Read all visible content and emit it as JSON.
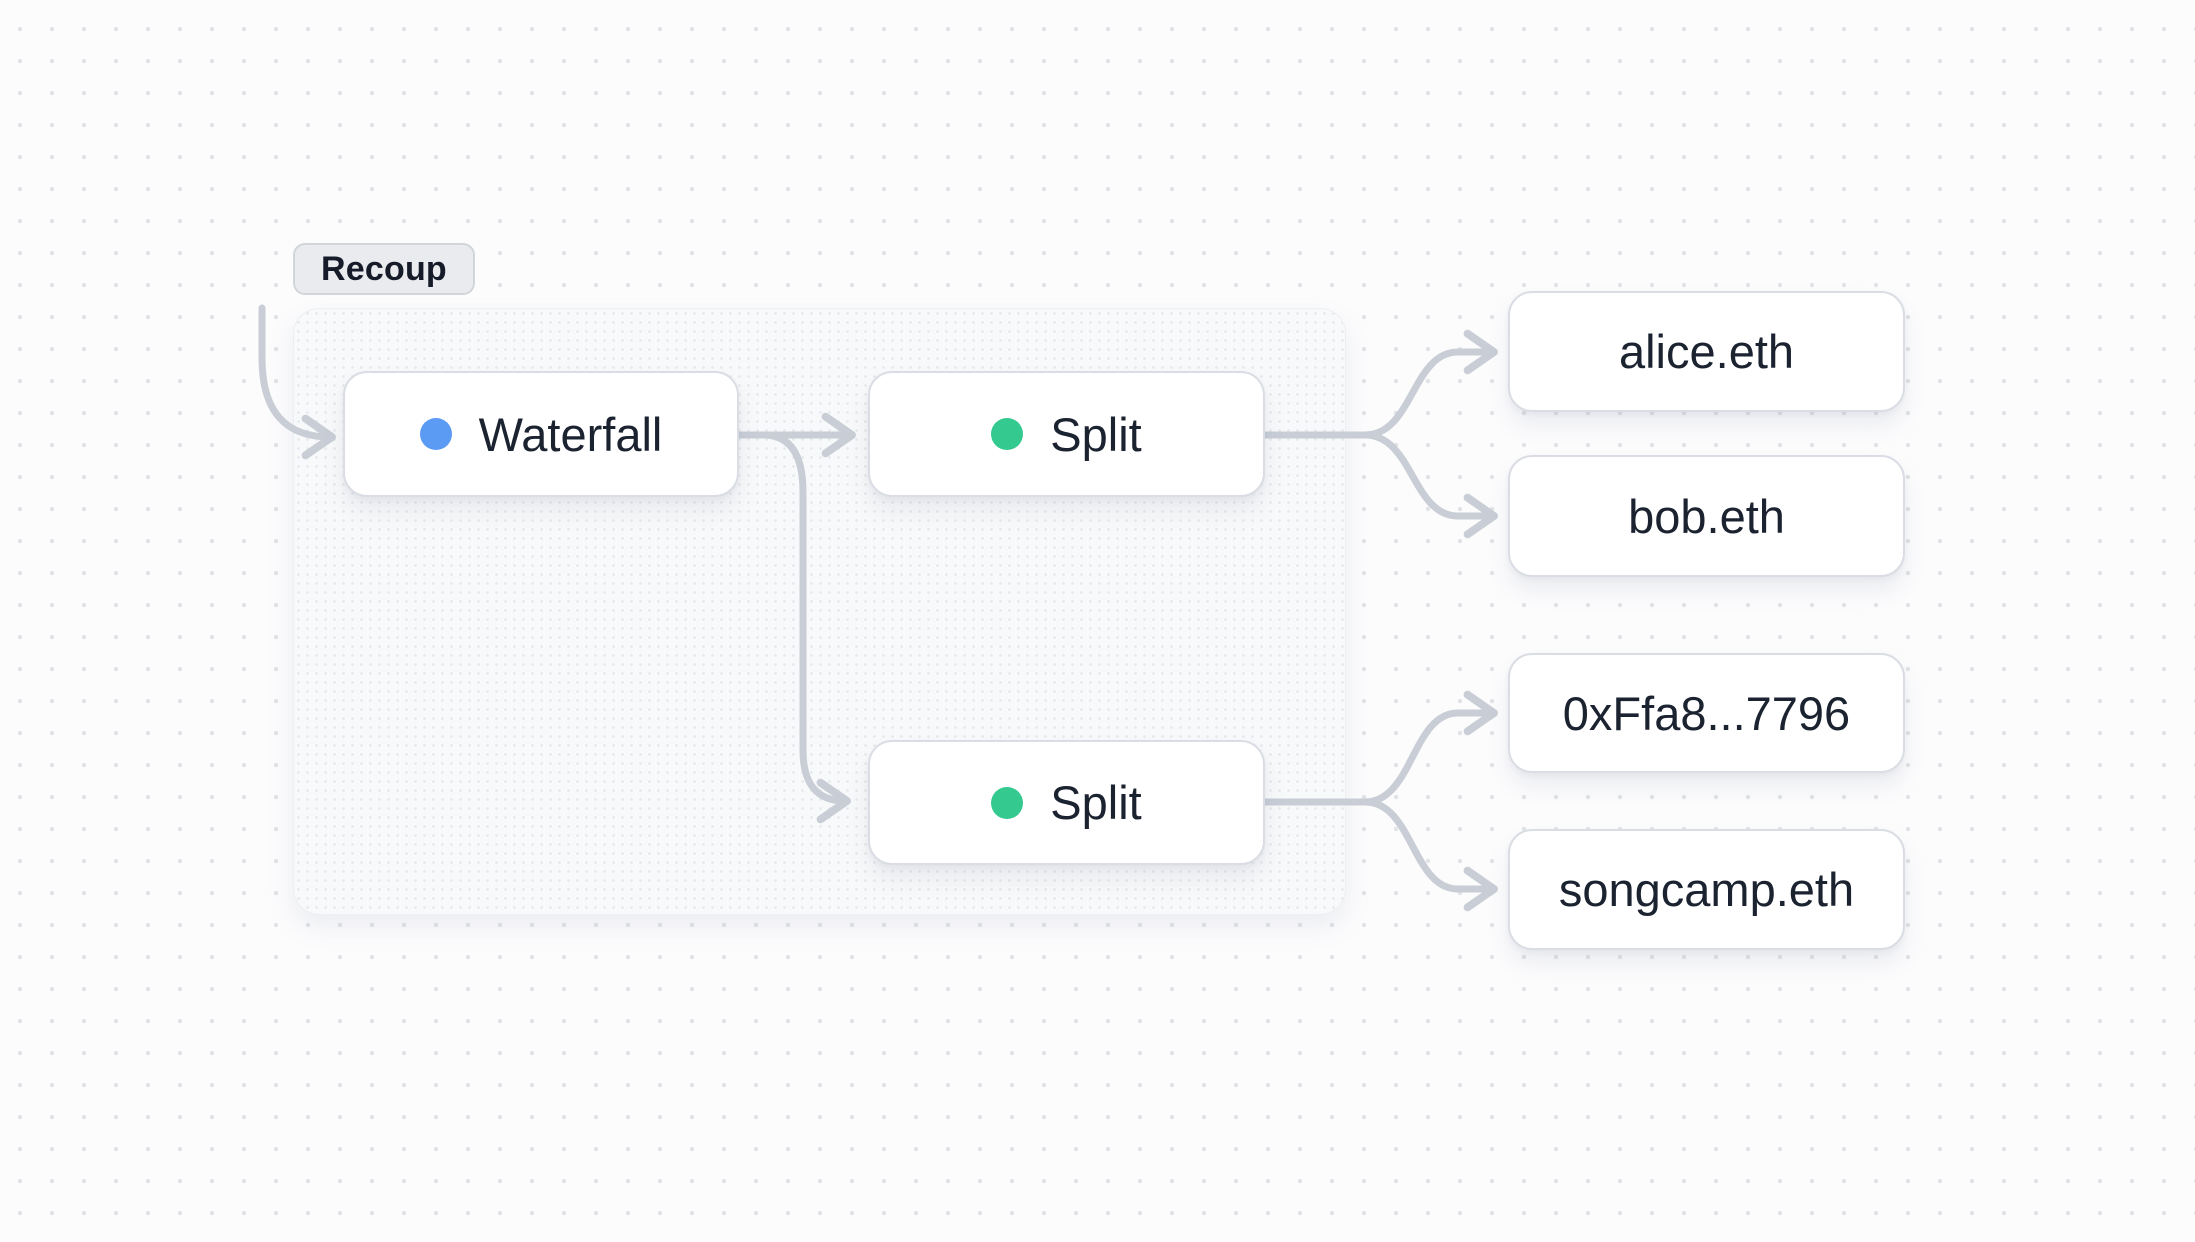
{
  "group": {
    "label": "Recoup"
  },
  "nodes": {
    "waterfall": {
      "label": "Waterfall",
      "type": "waterfall",
      "dot_color": "#5b9bf4"
    },
    "split_top": {
      "label": "Split",
      "type": "split",
      "dot_color": "#34c98e"
    },
    "split_bottom": {
      "label": "Split",
      "type": "split",
      "dot_color": "#34c98e"
    },
    "recipient_alice": {
      "label": "alice.eth",
      "type": "recipient"
    },
    "recipient_bob": {
      "label": "bob.eth",
      "type": "recipient"
    },
    "recipient_0xffa8": {
      "label": "0xFfa8...7796",
      "type": "recipient"
    },
    "recipient_songcamp": {
      "label": "songcamp.eth",
      "type": "recipient"
    }
  },
  "edges": [
    {
      "from": "canvas-entry",
      "to": "waterfall"
    },
    {
      "from": "waterfall",
      "to": "split_top"
    },
    {
      "from": "waterfall",
      "to": "split_bottom"
    },
    {
      "from": "split_top",
      "to": "recipient_alice"
    },
    {
      "from": "split_top",
      "to": "recipient_bob"
    },
    {
      "from": "split_bottom",
      "to": "recipient_0xffa8"
    },
    {
      "from": "split_bottom",
      "to": "recipient_songcamp"
    }
  ],
  "colors": {
    "edge": "#c8cdd6",
    "waterfall_dot": "#5b9bf4",
    "split_dot": "#34c98e",
    "node_border": "#dadde3",
    "node_text": "#1b2230",
    "badge_background": "#e9ebee",
    "canvas_background": "#fcfcfd",
    "canvas_dot": "#e1e3e6"
  }
}
